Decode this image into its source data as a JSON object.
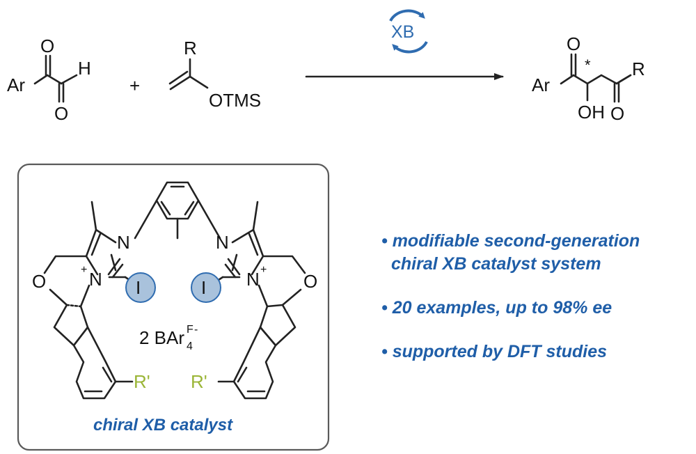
{
  "colors": {
    "accent_blue": "#1f5ea8",
    "iodine_fill": "#a9c2dc",
    "iodine_stroke": "#2f6cb0",
    "substituent_green": "#9ab536",
    "bond": "#222222",
    "box_stroke": "#5a5a5a"
  },
  "reaction": {
    "catalyst_badge": "XB",
    "reactant1": {
      "ar": "Ar",
      "o_top": "O",
      "h": "H",
      "o_bottom": "O"
    },
    "plus": "+",
    "reactant2": {
      "r": "R",
      "otms": "OTMS"
    },
    "product": {
      "ar": "Ar",
      "o_top": "O",
      "star": "*",
      "r": "R",
      "oh": "OH",
      "o_bottom": "O"
    }
  },
  "catalyst_box": {
    "caption": "chiral XB catalyst",
    "iodine_left": "I",
    "iodine_right": "I",
    "n_top_left": "N",
    "n_top_right": "N",
    "n_plus_left": "N",
    "n_plus_right": "N",
    "plus_sign": "+",
    "o_left": "O",
    "o_right": "O",
    "counterion": {
      "prefix": "2 BAr",
      "sup": "F",
      "sub": "4",
      "charge": "-"
    },
    "r_prime_left": "R'",
    "r_prime_right": "R'"
  },
  "bullets": [
    {
      "lines": [
        "• modifiable second-generation",
        "chiral XB catalyst system"
      ]
    },
    {
      "lines": [
        "• 20 examples, up to 98% ee"
      ]
    },
    {
      "lines": [
        "• supported by DFT studies"
      ]
    }
  ]
}
